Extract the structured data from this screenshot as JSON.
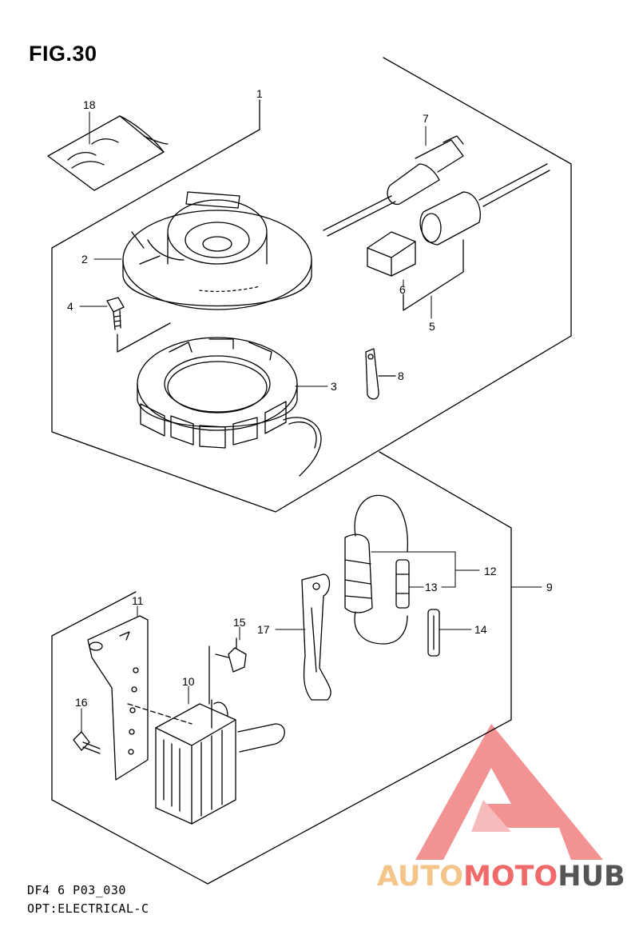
{
  "figure": {
    "title": "FIG.30"
  },
  "footer": {
    "model_code": "DF4 6 P03_030",
    "section": "OPT:ELECTRICAL-C"
  },
  "callouts": [
    "1",
    "2",
    "3",
    "4",
    "5",
    "6",
    "7",
    "8",
    "9",
    "10",
    "11",
    "12",
    "13",
    "14",
    "15",
    "16",
    "17",
    "18"
  ],
  "watermark": {
    "part1": "AUTO",
    "part2": "MOTO",
    "part3": "HUB",
    "colors": {
      "auto": "#f5c48a",
      "moto": "#f06a6a",
      "hub": "#555555",
      "logo": "#f08080"
    }
  }
}
